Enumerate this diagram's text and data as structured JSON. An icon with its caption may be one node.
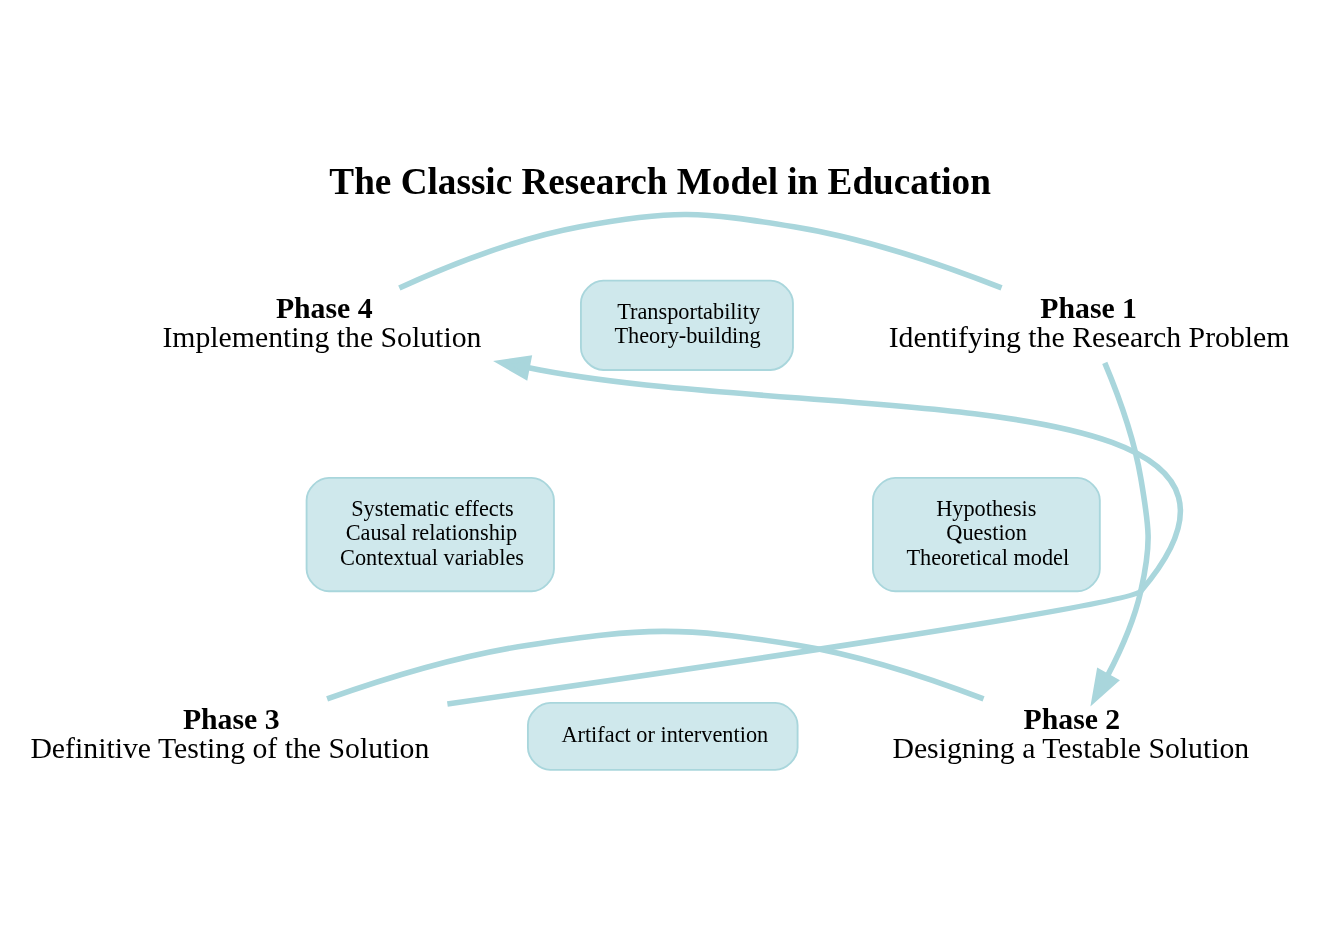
{
  "diagram": {
    "title": "The Classic Research Model in Education",
    "nodes": [
      {
        "text": [
          "Transportability",
          "Theory-building"
        ]
      },
      {
        "text": [
          "Phase 4",
          "Implementing the Solution"
        ]
      },
      {
        "text": [
          "Phase 1",
          "Identifying the Research Problem"
        ]
      },
      {
        "text": [
          "Systematic effects",
          "Causal relationship",
          "Contextual variables"
        ]
      },
      {
        "text": [
          "Hypothesis",
          "Question",
          "Theoretical model"
        ]
      },
      {
        "text": [
          "Phase 3",
          "Definitive Testing of the Solution"
        ]
      },
      {
        "text": [
          "Phase 2",
          "Designing a Testable Solution"
        ]
      },
      {
        "text": [
          "Artifact or intervention"
        ]
      }
    ],
    "edges": [
      {
        "from": 2,
        "to": 6,
        "arrow": "to"
      },
      {
        "from": 6,
        "to": 5,
        "arrow": "none"
      },
      {
        "from": 5,
        "to": 1,
        "arrow": "to"
      },
      {
        "from": 1,
        "to": 2,
        "arrow": "none"
      }
    ]
  }
}
